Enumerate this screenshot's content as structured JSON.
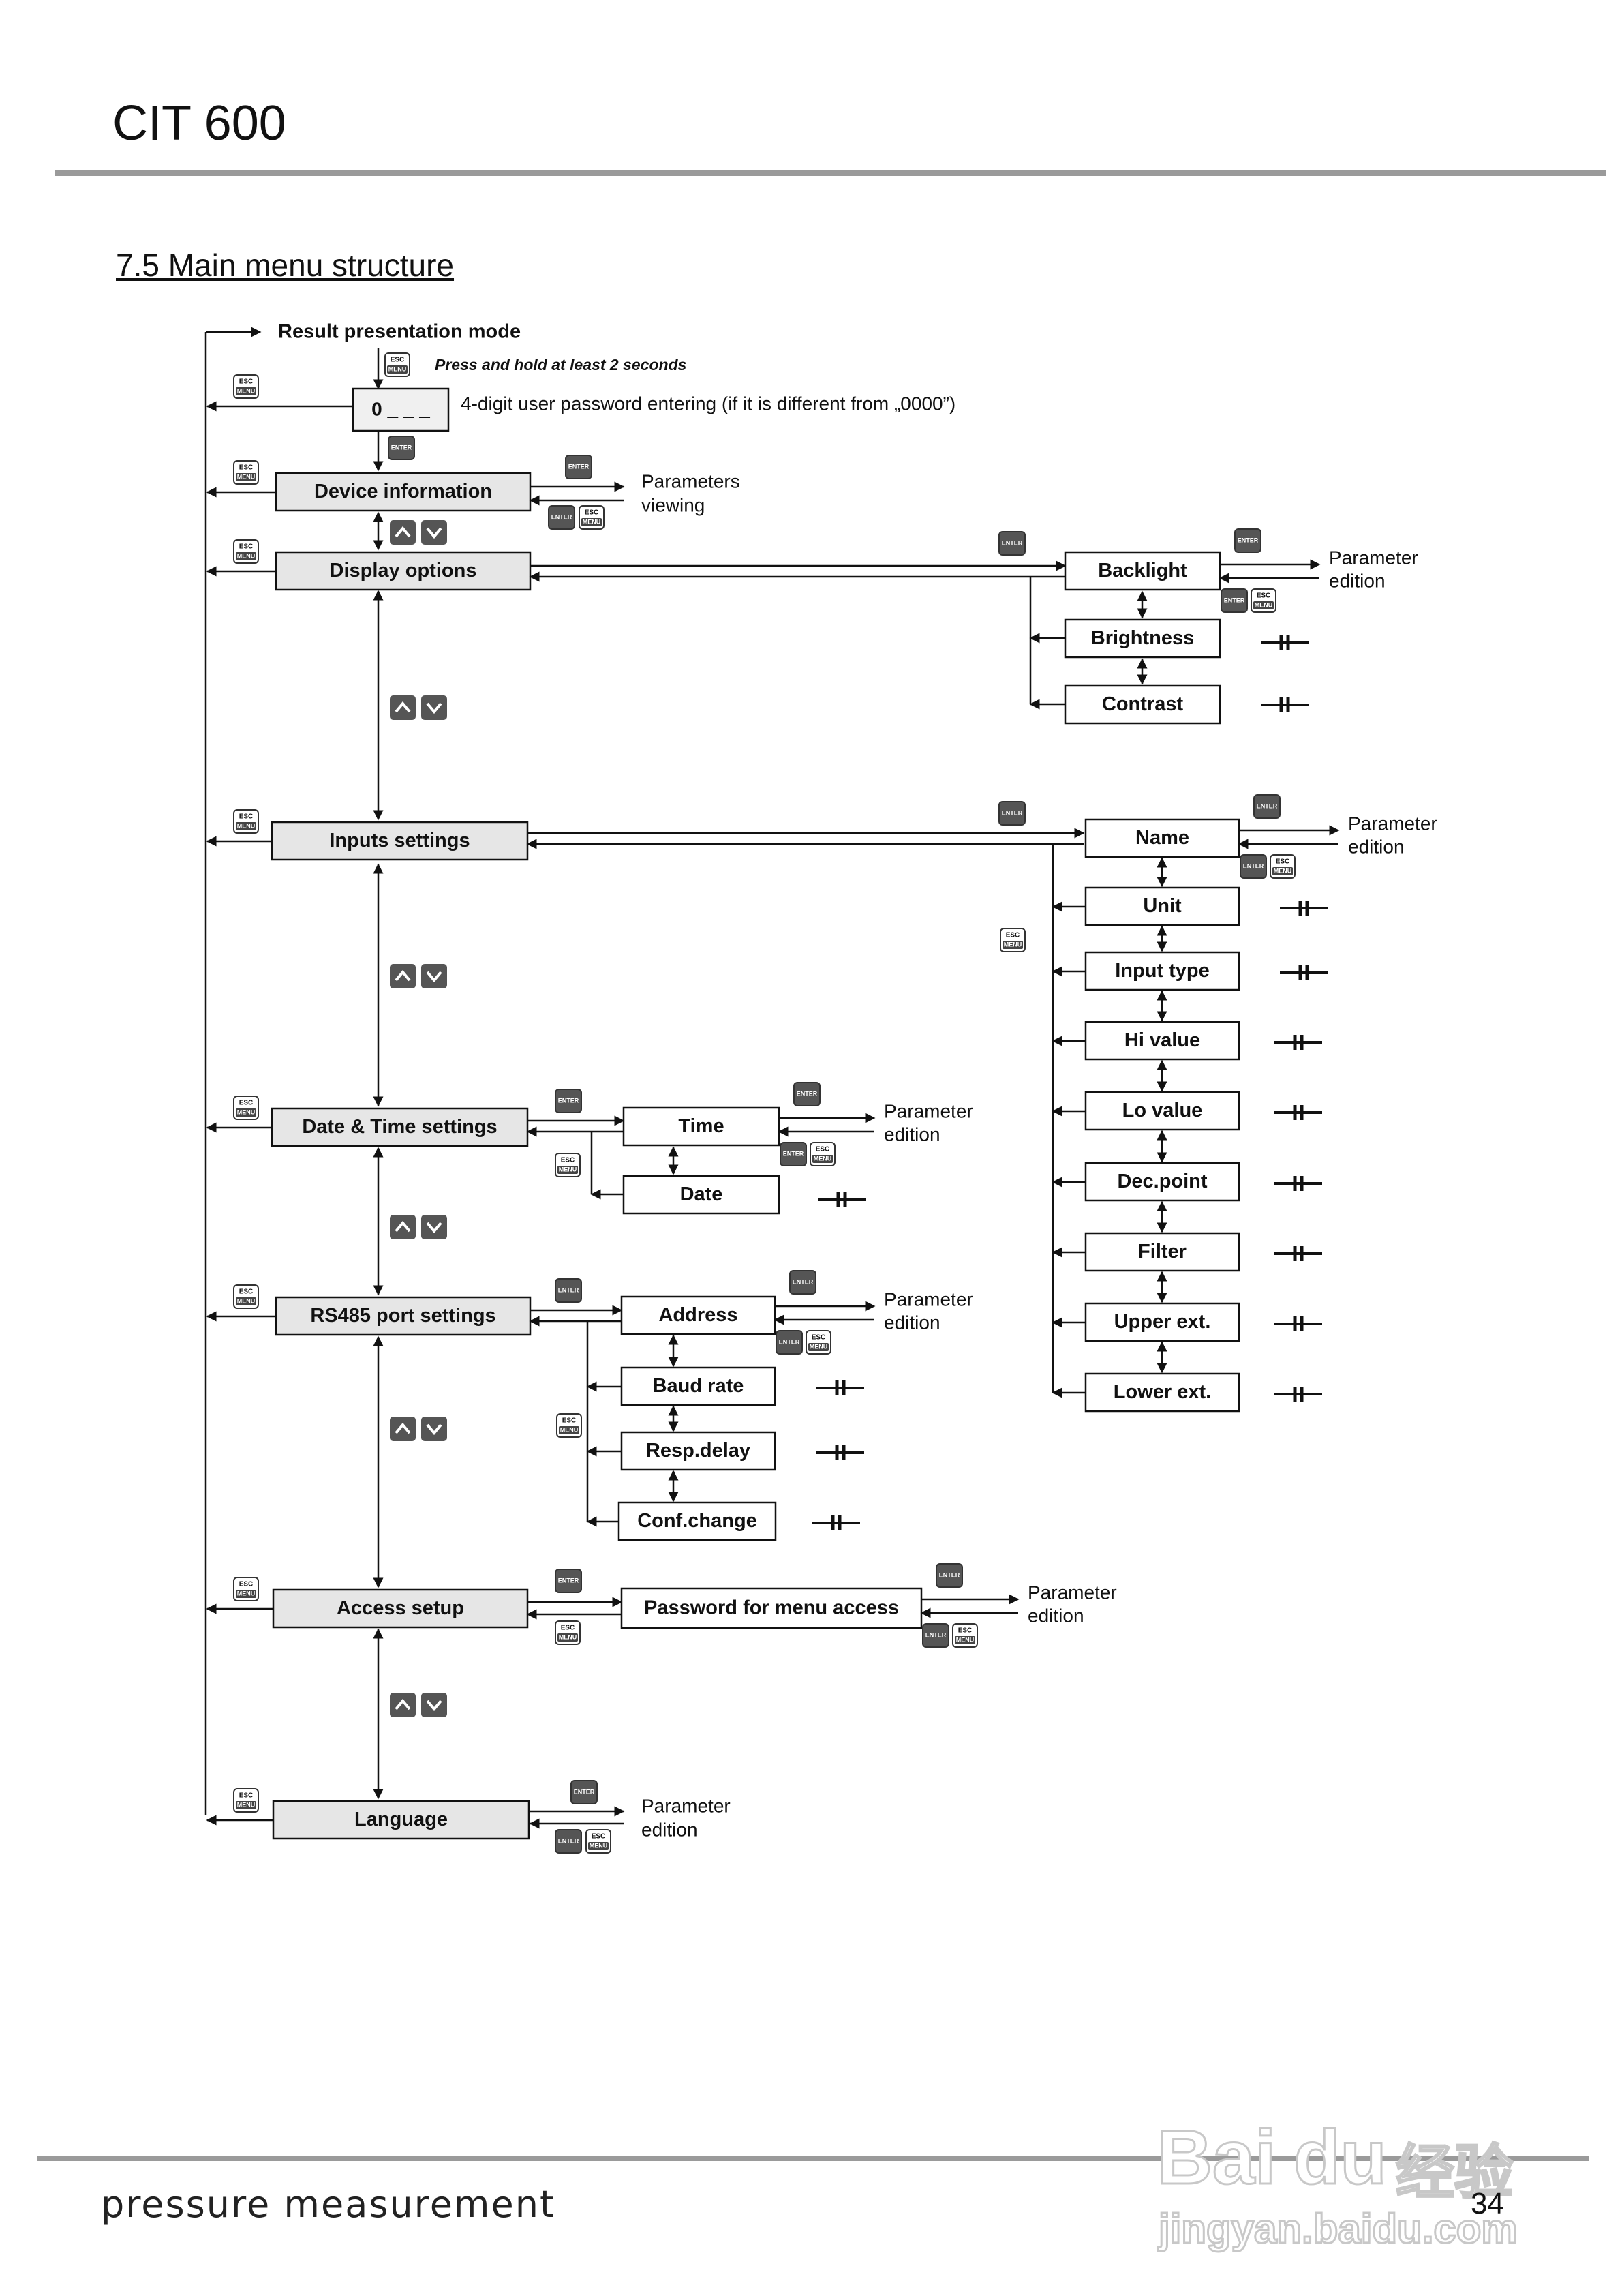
{
  "header": {
    "title": "CIT 600",
    "section": "7.5 Main menu structure"
  },
  "footer": {
    "tagline": "pressure measurement",
    "page": "34"
  },
  "watermark": {
    "brand": "Bai",
    "brand_du": "du",
    "brand_cn": "经验",
    "url": "jingyan.baidu.com"
  },
  "keys": {
    "esc_top": "ESC",
    "esc_bottom": "MENU",
    "enter": "ENTER",
    "param_marker": "—II—"
  },
  "diagram": {
    "result_mode": "Result presentation mode",
    "press_hold": "Press and hold at least 2 seconds",
    "password_box": "0 _ _ _",
    "password_desc": "4-digit user password entering (if it is different from „0000”)",
    "parameters_viewing": [
      "Parameters",
      "viewing"
    ],
    "parameter_edition": [
      "Parameter",
      "edition"
    ],
    "main_menu": [
      "Device information",
      "Display options",
      "Inputs settings",
      "Date & Time settings",
      "RS485 port settings",
      "Access setup",
      "Language"
    ],
    "display_items": [
      "Backlight",
      "Brightness",
      "Contrast"
    ],
    "inputs_items": [
      "Name",
      "Unit",
      "Input type",
      "Hi value",
      "Lo value",
      "Dec.point",
      "Filter",
      "Upper ext.",
      "Lower ext."
    ],
    "datetime_items": [
      "Time",
      "Date"
    ],
    "rs485_items": [
      "Address",
      "Baud rate",
      "Resp.delay",
      "Conf.change"
    ],
    "access_items": [
      "Password for menu access"
    ]
  }
}
